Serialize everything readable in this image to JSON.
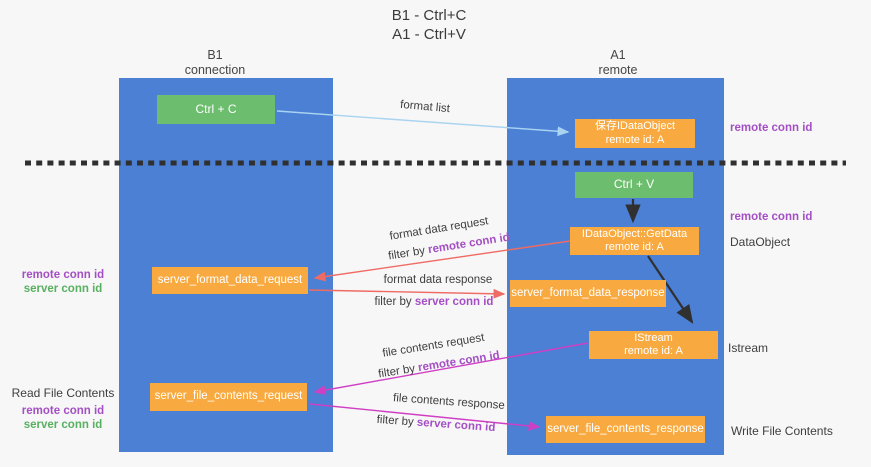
{
  "title": {
    "line1": "B1 - Ctrl+C",
    "line2": "A1 - Ctrl+V"
  },
  "lanes": {
    "left": {
      "name": "B1",
      "role": "connection"
    },
    "right": {
      "name": "A1",
      "role": "remote"
    }
  },
  "nodes": {
    "ctrl_c": {
      "label": "Ctrl + C"
    },
    "ctrl_v": {
      "label": "Ctrl + V"
    },
    "save_dataobject": {
      "line1": "保存IDataObject",
      "line2": "remote id: A"
    },
    "getdata": {
      "line1": "IDataObject::GetData",
      "line2": "remote id: A"
    },
    "istream": {
      "line1": "IStream",
      "line2": "remote id: A"
    },
    "format_request": {
      "label": "server_format_data_request"
    },
    "format_response": {
      "label": "server_format_data_response"
    },
    "file_request": {
      "label": "server_file_contents_request"
    },
    "file_response": {
      "label": "server_file_contents_response"
    }
  },
  "side_labels": {
    "right_top_conn": "remote conn id",
    "right_mid_conn": "remote conn id",
    "dataobject": "DataObject",
    "istream": "Istream",
    "write_file": "Write File Contents",
    "read_file": "Read File Contents",
    "left_format": {
      "remote": "remote conn id",
      "server": "server conn id"
    },
    "left_file": {
      "remote": "remote conn id",
      "server": "server conn id"
    }
  },
  "arrow_labels": {
    "format_list": "format list",
    "format_data_request": "format data request",
    "format_data_response": "format data response",
    "file_contents_request": "file contents request",
    "file_contents_response": "file contents response",
    "filter_by": "filter by",
    "remote_conn_id": "remote conn id",
    "server_conn_id": "server conn id"
  },
  "colors": {
    "lane": "#4b80d5",
    "orange": "#f8aa40",
    "green": "#6cbe6e",
    "purple": "#a44fc4",
    "conn_green": "#58b061",
    "salmon": "#ef6b64",
    "magenta": "#cf3fc4",
    "light_blue": "#a9d4f1",
    "black_arrow": "#303030"
  }
}
